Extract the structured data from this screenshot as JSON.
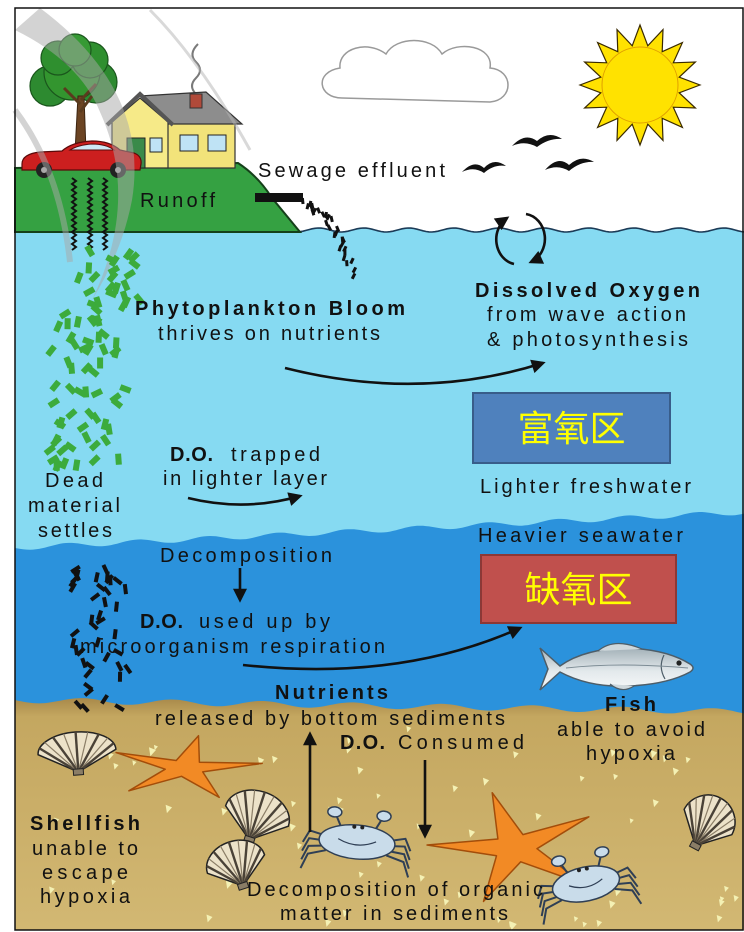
{
  "labels": {
    "sewage_effluent": "Sewage effluent",
    "runoff": "Runoff",
    "phytoplankton": {
      "title": "Phytoplankton Bloom",
      "line2": "thrives on nutrients"
    },
    "dissolved_oxygen": {
      "title": "Dissolved Oxygen",
      "line2": "from wave action",
      "line3": "& photosynthesis"
    },
    "oxygen_rich_zone": "富氧区",
    "lighter_freshwater": "Lighter freshwater",
    "do_trapped": {
      "do": "D.O.",
      "rest": "trapped",
      "line2": "in lighter layer"
    },
    "dead_material": [
      "Dead",
      "material",
      "settles"
    ],
    "heavier_seawater": "Heavier seawater",
    "hypoxic_zone": "缺氧区",
    "decomposition": "Decomposition",
    "do_used_up": {
      "do": "D.O.",
      "rest": "used up by",
      "line2": "microorganism respiration"
    },
    "nutrients": {
      "title": "Nutrients",
      "line2": "released by bottom sediments"
    },
    "do_consumed": {
      "do": "D.O.",
      "rest": "Consumed"
    },
    "fish": {
      "title": "Fish",
      "line2": "able to avoid",
      "line3": "hypoxia"
    },
    "shellfish": {
      "title": "Shellfish",
      "lines": [
        "unable to",
        "escape",
        "hypoxia"
      ]
    },
    "sediment_decomposition": [
      "Decomposition of organic",
      "matter in sediments"
    ]
  },
  "colors": {
    "sky": "#ffffff",
    "light_water": "#86daf2",
    "dark_water": "#2b92dc",
    "sediment_top": "#a8894a",
    "sediment": "#d2b873",
    "land": "#35a142",
    "oxygen_rich_box": "#4f81bd",
    "hypoxic_box": "#c0504d",
    "box_text": "#ffff00",
    "phytoplankton": "#3cab3c",
    "dead_material": "#111111",
    "sediment_marks": "#f4f1b4",
    "starfish": "#f28a25",
    "sun": "#ffe200"
  },
  "icons": [
    "sun-icon",
    "cloud-icon",
    "bird-icon",
    "tree-icon",
    "house-icon",
    "car-icon",
    "fish-icon",
    "starfish-icon",
    "shellfish-icon",
    "crab-icon"
  ]
}
